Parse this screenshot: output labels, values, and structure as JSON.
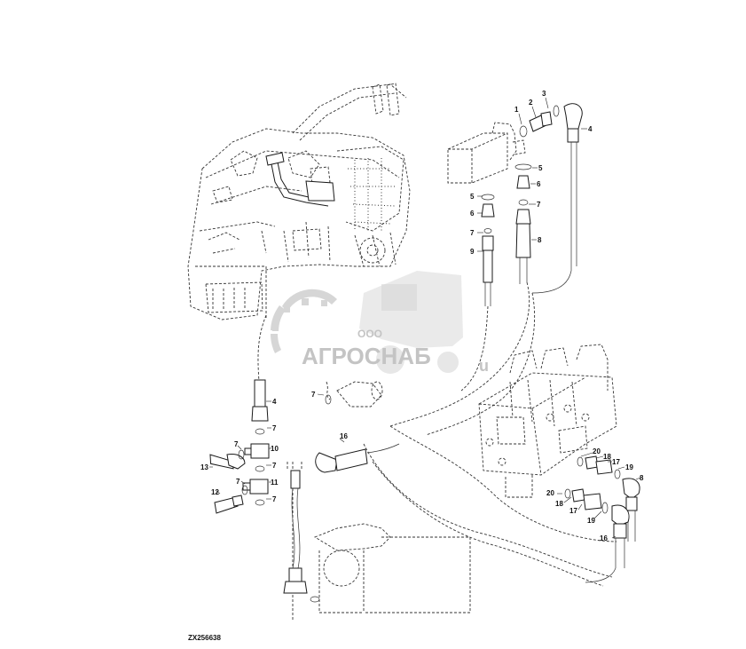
{
  "drawing_code": "ZX256638",
  "watermark": {
    "company_prefix": "ООО",
    "company_name": "АГРОСНАБ",
    "suffix": "u"
  },
  "callouts": {
    "c1": "1",
    "c2": "2",
    "c3": "3",
    "c4_top": "4",
    "c5_a": "5",
    "c5_b": "5",
    "c6_a": "6",
    "c6_b": "6",
    "c7_a": "7",
    "c7_b": "7",
    "c8_top": "8",
    "c9": "9",
    "c4_left": "4",
    "c7_c": "7",
    "c7_d": "7",
    "c10": "10",
    "c13": "13",
    "c7_e": "7",
    "c11": "11",
    "c12": "12",
    "c7_f": "7",
    "c7_g": "7",
    "c7_h": "7",
    "c16_mid": "16",
    "c20_a": "20",
    "c18_a": "18",
    "c17_a": "17",
    "c19_a": "19",
    "c8_right": "8",
    "c20_b": "20",
    "c18_b": "18",
    "c17_b": "17",
    "c19_b": "19",
    "c16_right": "16"
  },
  "colors": {
    "line": "#1a1a1a",
    "watermark": "#c4c4c4",
    "background": "#ffffff"
  }
}
